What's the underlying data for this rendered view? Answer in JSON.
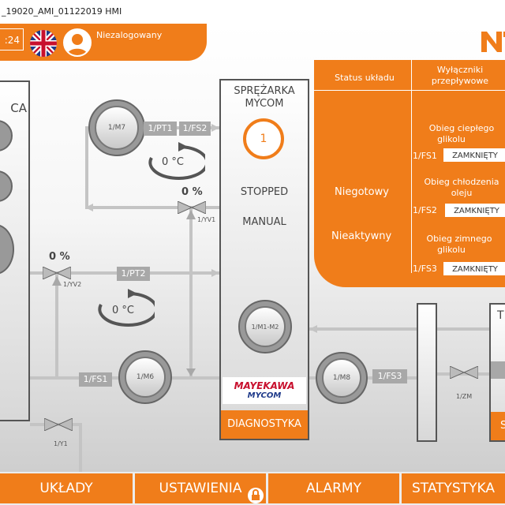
{
  "window": {
    "title": "_19020_AMI_01122019 HMI"
  },
  "header": {
    "clock": ":24",
    "user": "Niezalogowany",
    "language_flag": "uk-flag-icon"
  },
  "status_panel": {
    "status_header": "Status układu",
    "switches_header_line1": "Wyłączniki",
    "switches_header_line2": "przepływowe",
    "state1": "Niegotowy",
    "state2": "Nieaktywny",
    "circuits": [
      {
        "name_line1": "Obieg ciepłego",
        "name_line2": "glikolu",
        "switch": "1/FS1",
        "state": "ZAMKNIĘTY"
      },
      {
        "name_line1": "Obieg chłodzenia",
        "name_line2": "oleju",
        "switch": "1/FS2",
        "state": "ZAMKNIĘTY"
      },
      {
        "name_line1": "Obieg zimnego",
        "name_line2": "glikolu",
        "switch": "1/FS3",
        "state": "ZAMKNIĘTY"
      }
    ]
  },
  "compressor": {
    "title_line1": "SPRĘŻARKA",
    "title_line2": "MYCOM",
    "number": "1",
    "status": "STOPPED",
    "mode": "MANUAL",
    "motor": "1/M1-M2",
    "brand_top": "MAYEKAWA",
    "brand_bottom": "MYCOM",
    "diag_label": "DIAGNOSTYKA"
  },
  "left_tank": {
    "label": "CA"
  },
  "right_tank": {
    "label": "T",
    "button_label": "S"
  },
  "process": {
    "pump_m7": "1/M7",
    "pump_m6": "1/M6",
    "pump_m8": "1/M8",
    "tag_pt1": "1/PT1",
    "tag_fs2": "1/FS2",
    "tag_pt2": "1/PT2",
    "tag_fs1": "1/FS1",
    "tag_fs3": "1/FS3",
    "valve_yv1": "1/YV1",
    "valve_yv2": "1/YV2",
    "valve_zm": "1/ZM",
    "valve_y1": "1/Y1",
    "yv1_percent": "0 %",
    "yv2_percent": "0 %",
    "temp1": "0 °C",
    "temp2": "0 °C"
  },
  "nav": [
    {
      "label": "UKŁADY"
    },
    {
      "label": "USTAWIENIA"
    },
    {
      "label": "ALARMY"
    },
    {
      "label": "STATYSTYKA"
    }
  ],
  "colors": {
    "accent": "#f07d1a",
    "pipe": "#c4c4c4",
    "tag": "#a8a8a8"
  }
}
